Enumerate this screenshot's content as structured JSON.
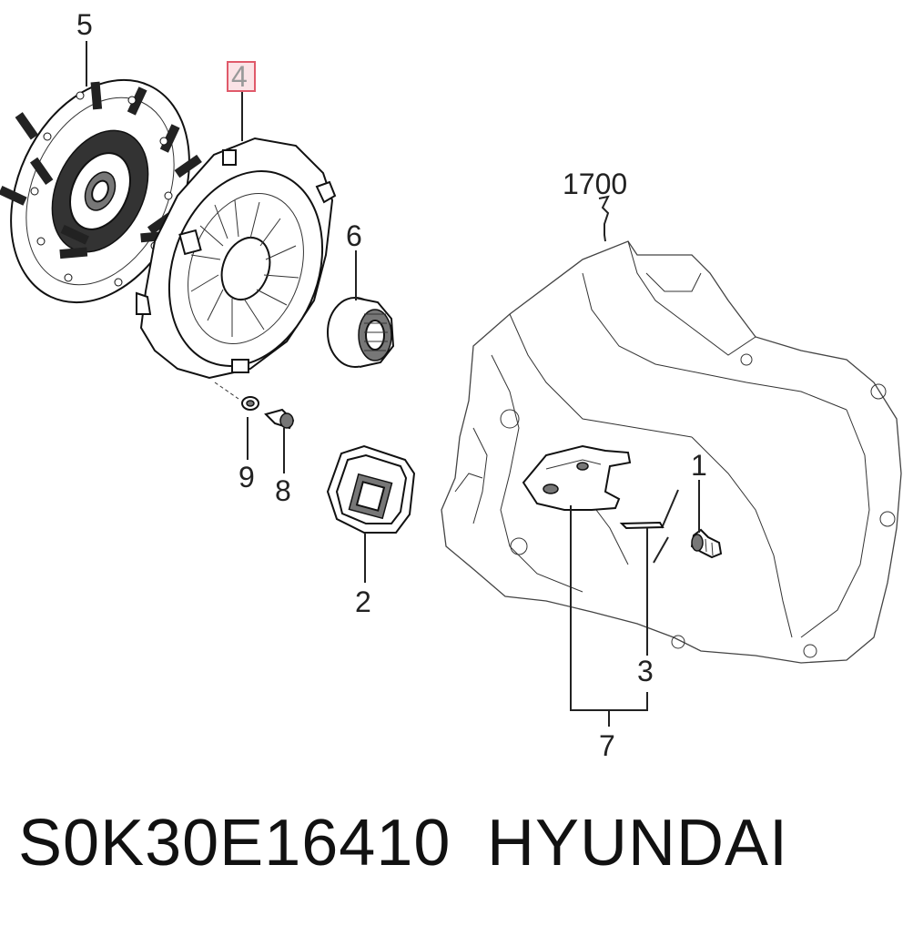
{
  "diagram": {
    "callouts": {
      "c5": "5",
      "c4": "4",
      "c6": "6",
      "c1700": "1700",
      "c9": "9",
      "c8": "8",
      "c2": "2",
      "c1": "1",
      "c3": "3",
      "c7": "7"
    },
    "highlight_color": "#e05a6a"
  },
  "caption": {
    "part_number": "S0K30E16410",
    "brand": "HYUNDAI"
  }
}
